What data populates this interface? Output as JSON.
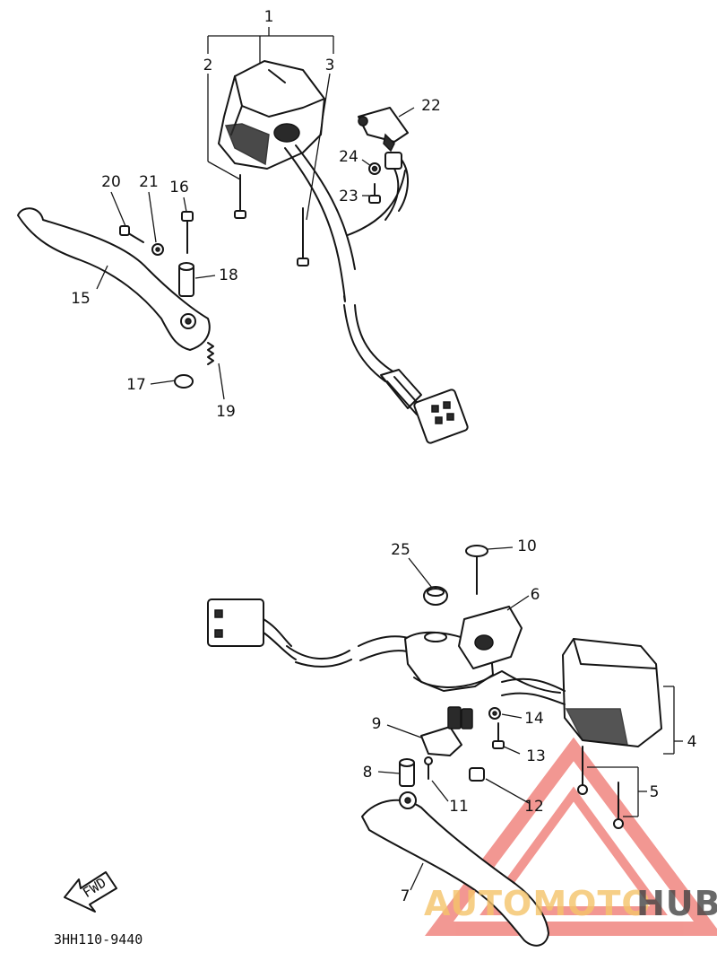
{
  "diagram": {
    "part_code": "3HH110-9440",
    "fwd_label": "FWD",
    "watermark": {
      "part1": "AUTOMOTO",
      "part2": "HUB",
      "colors": {
        "triangle": "#e8433a",
        "text1": "#f5c46a",
        "text2": "#444444"
      }
    },
    "callouts": {
      "c1": "1",
      "c2": "2",
      "c3": "3",
      "c4": "4",
      "c5": "5",
      "c6": "6",
      "c7": "7",
      "c8": "8",
      "c9": "9",
      "c10": "10",
      "c11": "11",
      "c12": "12",
      "c13": "13",
      "c14": "14",
      "c15": "15",
      "c16": "16",
      "c17": "17",
      "c18": "18",
      "c19": "19",
      "c20": "20",
      "c21": "21",
      "c22": "22",
      "c23": "23",
      "c24": "24",
      "c25": "25"
    }
  }
}
